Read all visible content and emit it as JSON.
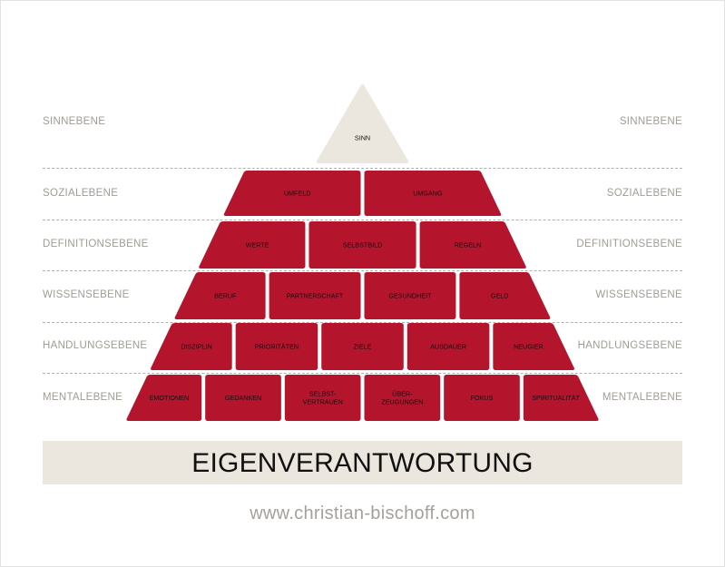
{
  "levels": [
    {
      "label": "SINNEBENE",
      "blocks": [
        "SINN"
      ]
    },
    {
      "label": "SOZIALEBENE",
      "blocks": [
        "UMFELD",
        "UMGANG"
      ]
    },
    {
      "label": "DEFINITIONSEBENE",
      "blocks": [
        "WERTE",
        "SELBSTBILD",
        "REGELN"
      ]
    },
    {
      "label": "WISSENSEBENE",
      "blocks": [
        "BERUF",
        "PARTNERSCHAFT",
        "GESUNDHEIT",
        "GELD"
      ]
    },
    {
      "label": "HANDLUNGSEBENE",
      "blocks": [
        "DISZIPLIN",
        "PRIORITÄTEN",
        "ZIELE",
        "AUSDAUER",
        "NEUGIER"
      ]
    },
    {
      "label": "MENTALEBENE",
      "blocks": [
        "EMOTIONEN",
        "GEDANKEN",
        "SELBST-\nVERTRAUEN",
        "ÜBER-\nZEUGUNGEN",
        "FOKUS",
        "SPIRITUALITÄT"
      ]
    }
  ],
  "base": {
    "title": "EIGENVERANTWORTUNG"
  },
  "footer": {
    "website": "www.christian-bischoff.com"
  },
  "colors": {
    "block_fill": "#b5142d",
    "apex_fill": "#ebe7de",
    "label_text": "#a09c94",
    "base_fill": "#ebe7de"
  }
}
